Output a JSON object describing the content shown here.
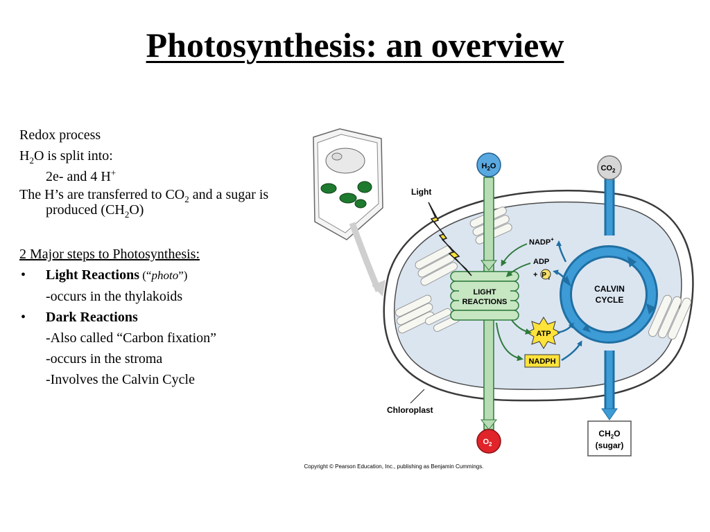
{
  "title": "Photosynthesis:  an overview",
  "text": {
    "redox": "Redox process",
    "h2o_prefix": "H",
    "h2o_sub": "2",
    "h2o_rest": "O is split into:",
    "electrons": "2e- and 4 H",
    "electrons_sup": "+",
    "transfer_a": "The H’s are transferred to CO",
    "transfer_sub1": "2",
    "transfer_b": " and a sugar is produced (CH",
    "transfer_sub2": "2",
    "transfer_c": "O)",
    "steps_heading": "2 Major steps to Photosynthesis:",
    "bullet": "•",
    "light_title": "Light Reactions",
    "light_paren_open": " (“",
    "light_photo": "photo",
    "light_paren_close": "”)",
    "light_detail": "-occurs in the thylakoids",
    "dark_title": "Dark Reactions",
    "dark_detail_1": "-Also called “Carbon fixation”",
    "dark_detail_2": "-occurs in the stroma",
    "dark_detail_3": "-Involves the Calvin Cycle"
  },
  "diagram": {
    "h2o": "H",
    "h2o_sub": "2",
    "h2o_tail": "O",
    "co2": "CO",
    "co2_sub": "2",
    "light": "Light",
    "nadp": "NADP",
    "nadp_sup": "+",
    "adp": "ADP",
    "plus": "+",
    "pi": "P",
    "pi_sub": "i",
    "light_reactions_1": "LIGHT",
    "light_reactions_2": "REACTIONS",
    "calvin_1": "CALVIN",
    "calvin_2": "CYCLE",
    "atp": "ATP",
    "nadph": "NADPH",
    "chloroplast": "Chloroplast",
    "o2": "O",
    "o2_sub": "2",
    "ch2o": "CH",
    "ch2o_sub": "2",
    "ch2o_tail": "O",
    "sugar": "(sugar)",
    "copyright": "Copyright © Pearson Education, Inc., publishing as Benjamin Cummings."
  }
}
